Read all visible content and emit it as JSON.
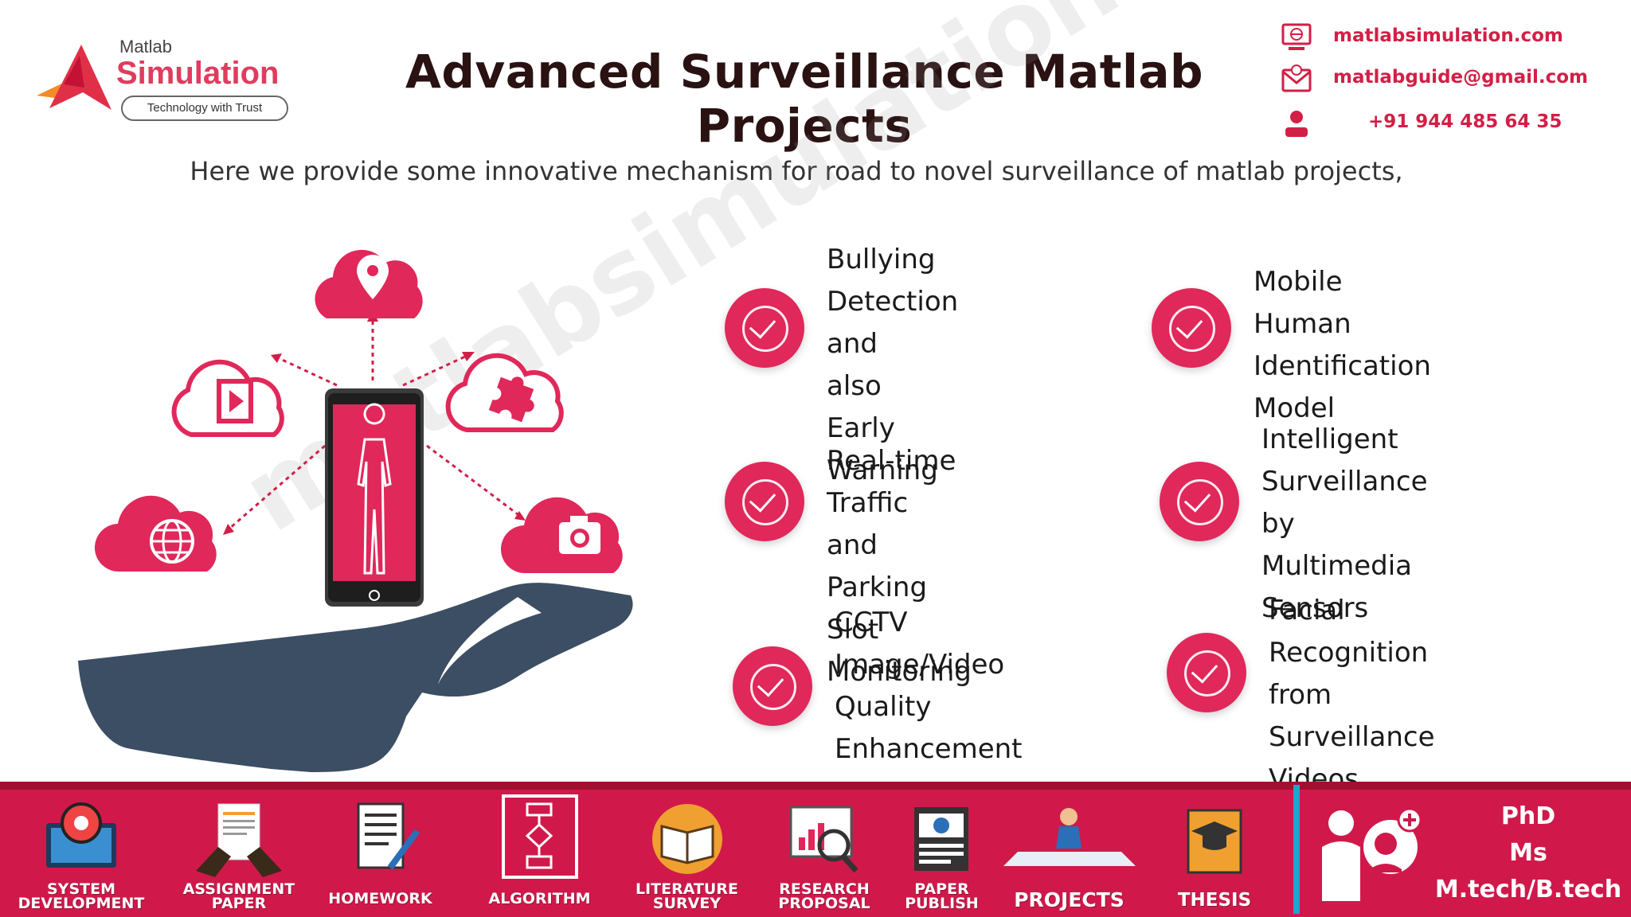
{
  "header": {
    "logo": {
      "small": "Matlab",
      "big": "Simulation",
      "tagline": "Technology with Trust"
    },
    "title": "Advanced Surveillance Matlab Projects",
    "contacts": [
      {
        "icon": "website-icon",
        "text": "matlabsimulation.com"
      },
      {
        "icon": "email-icon",
        "text": "matlabguide@gmail.com"
      },
      {
        "icon": "phone-icon",
        "text": "+91 944 485 64 35"
      }
    ]
  },
  "subtitle": "Here we provide some innovative  mechanism for road to novel surveillance of matlab projects,",
  "watermark": "matlabsimulation.com",
  "illustration": {
    "icons": [
      "location-pin-icon",
      "video-icon",
      "puzzle-icon",
      "globe-icon",
      "camera-icon",
      "smartphone-icon",
      "person-silhouette-icon",
      "hand-icon"
    ]
  },
  "items": [
    {
      "lines": [
        "Bullying",
        "Detection and",
        "also Early",
        "Warning"
      ]
    },
    {
      "lines": [
        "Mobile Human",
        "Identification",
        "Model"
      ]
    },
    {
      "lines": [
        "Real-time Traffic",
        "and Parking Slot",
        "Monitoring"
      ]
    },
    {
      "lines": [
        "Intelligent",
        "Surveillance by",
        "Multimedia",
        "Sensors"
      ]
    },
    {
      "lines": [
        "CCTV",
        "Image/Video",
        "Quality",
        "Enhancement"
      ]
    },
    {
      "lines": [
        "Facial",
        "Recognition from",
        "Surveillance",
        "Videos"
      ]
    }
  ],
  "footer": {
    "services": [
      {
        "lines": [
          "SYSTEM",
          "DEVELOPMENT"
        ]
      },
      {
        "lines": [
          "ASSIGNMENT",
          "PAPER"
        ]
      },
      {
        "lines": [
          "HOMEWORK"
        ]
      },
      {
        "lines": [
          "ALGORITHM"
        ]
      },
      {
        "lines": [
          "LITERATURE",
          "SURVEY"
        ]
      },
      {
        "lines": [
          "RESEARCH",
          "PROPOSAL"
        ]
      },
      {
        "lines": [
          "PAPER",
          "PUBLISH"
        ]
      },
      {
        "lines": [
          "PROJECTS"
        ]
      },
      {
        "lines": [
          "THESIS"
        ]
      }
    ],
    "degrees": [
      "PhD",
      "Ms",
      "M.tech/B.tech"
    ]
  },
  "colors": {
    "accent": "#e0285a",
    "footer": "#d0194a",
    "divider": "#23a3c9",
    "hand": "#3c4e63"
  }
}
